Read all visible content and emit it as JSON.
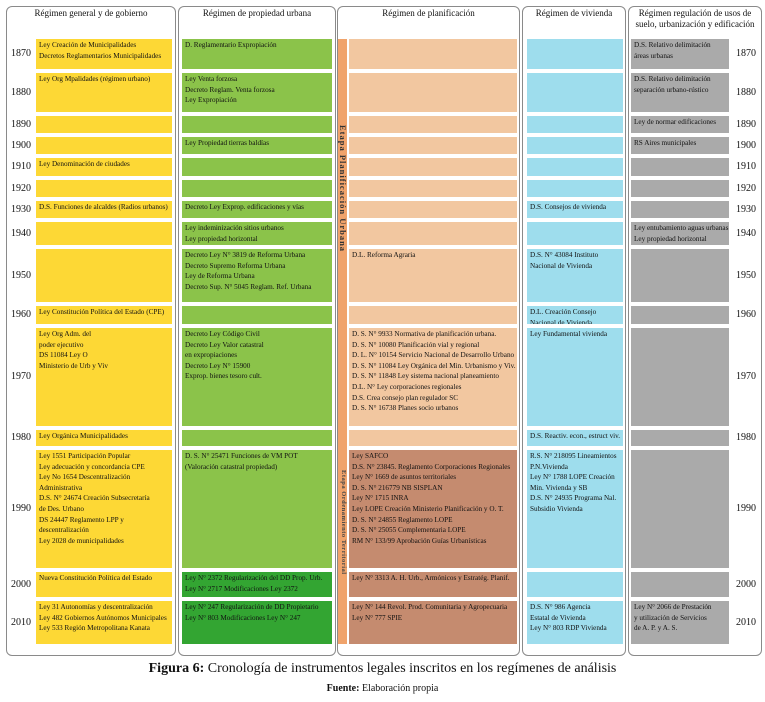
{
  "headers": {
    "general": "Régimen general y de gobierno",
    "propiedad": "Régimen de propiedad urbana",
    "planificacion": "Régimen de planificación",
    "vivienda": "Régimen de vivienda",
    "suelo": "Régimen regulación de usos de suelo, urbanización y edificación"
  },
  "years": [
    "1870",
    "1880",
    "1890",
    "1900",
    "1910",
    "1920",
    "1930",
    "1940",
    "1950",
    "1960",
    "1970",
    "1980",
    "1990",
    "2000",
    "2010"
  ],
  "general": [
    "Ley Creación de Municipalidades\nDecretos Reglamentarios Municipalidades",
    "Ley Org Mpalidades (régimen urbano)",
    "",
    "",
    "Ley Denominación de ciudades",
    "",
    "D.S. Funciones de alcaldes (Radios urbanos)",
    "",
    "",
    "Ley Constitución Política del Estado (CPE)",
    "Ley Org Adm. del\npoder ejecutivo\nDS 11084 Ley O\nMinisterio de Urb y Viv",
    "Ley Orgánica Municipalidades",
    "Ley 1551 Participación Popular\nLey adecuación y concordancia CPE\nLey No 1654 Descentralización\nAdministrativa\nD.S. N° 24674 Creación Subsecretaría\nde Des. Urbano\nDS 24447 Reglamento LPP y\ndescentralización\nLey 2028 de municipalidades",
    "Nueva Constitución Política del Estado",
    "Ley 31 Autonomías y descentralización\nLey 482 Gobiernos Autónomos Municipales\nLey 533 Región Metropolitana Kanata"
  ],
  "propiedad": [
    "D. Reglamentario Expropiación",
    "Ley Venta forzosa\nDecreto Reglam. Venta forzosa\nLey Expropiación",
    "",
    "Ley Propiedad tierras baldías",
    "",
    "",
    "Decreto Ley Exprop. edificaciones y vías",
    "Ley indeminización sitios urbanos\nLey propiedad horizontal",
    "Decreto Ley N° 3819 de Reforma Urbana\nDecreto Supremo Reforma Urbana\nLey de Reforma Urbana\nDecreto Sup. N° 5045 Reglam. Ref. Urbana",
    "",
    "Decreto Ley Código Civil\nDecreto Ley Valor catastral\nen expropiaciones\nDecreto Ley N° 15900\nExprop. bienes tesoro cult.",
    "",
    "D. S. N° 25471 Funciones de VM POT\n(Valoración catastral propiedad)",
    "Ley N° 2372 Regularización del DD Prop. Urb.\nLey N° 2717  Modificaciones Ley 2372",
    "Ley N° 247 Regularización de DD Propietario\nLey N° 803 Modificaciones Ley N° 247"
  ],
  "planificacion": [
    "",
    "",
    "",
    "",
    "",
    "",
    "",
    "",
    "D.L. Reforma Agraria",
    "",
    "D. S. N° 9933 Normativa de planificación urbana.\nD. S. N° 10080 Planificación vial y regional\nD. L. N° 10154 Servicio Nacional de Desarrollo Urbano\nD. S. N° 11084 Ley Orgánica del Min. Urbanismo y Viv.\nD. S. N° 11848 Ley sistema nacional planeamiento\nD.L. N° Ley corporaciones regionales\nD.S. Crea consejo plan regulador SC\nD. S. N° 16738 Planes socio urbanos",
    "",
    "Ley SAFCO\nD.S. N° 23845. Reglamento Corporaciones Regionales\nLey N° 1669 de asuntos territoriales\nD. S. N° 216779 NB SISPLAN\nLey N° 1715 INRA\nLey LOPE Creación Ministerio Planificación y O. T.\nD. S. N° 24855 Reglamento LOPE\nD. S. N° 25055 Complementaria LOPE\nRM N° 133/99 Aprobación Guías Urbanísticas",
    "Ley N° 3313 A. H. Urb., Armónicos y Estratég. Planif.",
    "Ley N° 144 Revol. Prod. Comunitaria y Agropecuaria\nLey N° 777 SPIE"
  ],
  "vivienda": [
    "",
    "",
    "",
    "",
    "",
    "",
    "D.S. Consejos de vivienda",
    "",
    "D.S. N° 43084 Instituto\nNacional de Vivienda",
    "D.L. Creación Consejo\nNacional de Vivienda",
    "Ley Fundamental vivienda",
    "D.S. Reactiv. econ., estruct viv.",
    "R.S. N° 218095 Lineamientos\nP.N.Vivienda\nLey N° 1788 LOPE Creación\nMin. Vivienda y SB\nD.S. N° 24935 Programa Nal.\nSubsidio Vivienda",
    "",
    "D.S. N° 986 Agencia\nEstatal de Vivienda\nLey N° 803 RDP Vivienda"
  ],
  "suelo": [
    "D.S. Relativo delimitación\náreas urbanas",
    "D.S.  Relativo delimitación\nseparación urbano-rústico",
    "Ley de normar edificaciones",
    "RS Aires municipales",
    "",
    "",
    "",
    "Ley entubamiento aguas urbanas\nLey propiedad horizontal",
    "",
    "",
    "",
    "",
    "",
    "",
    "Ley N° 2066 de Prestación\ny utilización de Servicios\nde A. P. y A. S."
  ],
  "vertical_labels": {
    "etapa_planificacion": "Etapa Planificación Urbana",
    "etapa_ordenamiento": "Etapa Ordenamiento Territorial"
  },
  "caption": {
    "label": "Figura 6:",
    "text": "Cronología de instrumentos legales inscritos en los regímenes de análisis"
  },
  "source": {
    "label": "Fuente:",
    "text": "Elaboración propia"
  },
  "colors": {
    "general": "#fdd835",
    "propiedad": "#8bc34a",
    "propiedad_dark": "#33a532",
    "planificacion_light": "#f2c7a0",
    "planificacion_dark": "#c58b6f",
    "planificacion_bar": "#f0a36b",
    "vivienda": "#9edded",
    "suelo": "#aaaaaa"
  }
}
